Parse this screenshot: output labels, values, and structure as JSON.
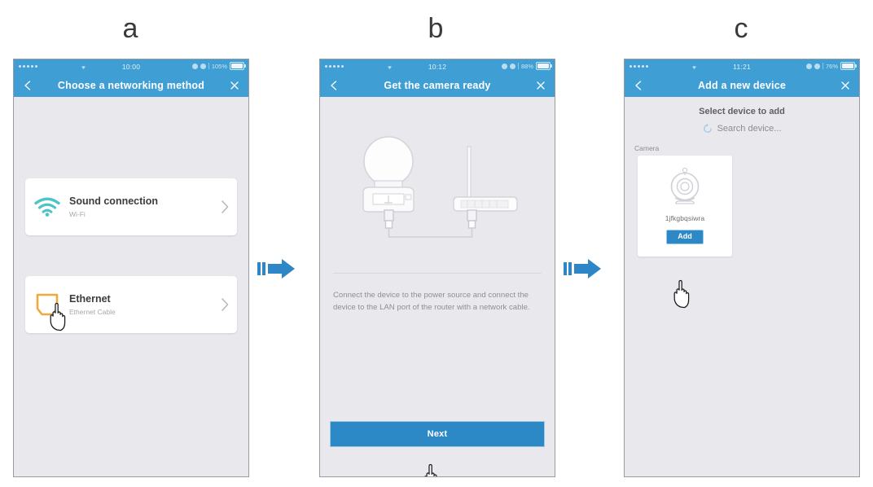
{
  "figure": {
    "panels": [
      {
        "key": "a",
        "label": "a"
      },
      {
        "key": "b",
        "label": "b"
      },
      {
        "key": "c",
        "label": "c"
      }
    ],
    "accent_blue": "#3f9fd4",
    "button_blue": "#2d88c6",
    "wifi_teal": "#4ec3c9",
    "ethernet_orange": "#f2a93b",
    "screen_bg": "#e9e9ed",
    "arrow_color": "#2f86c6"
  },
  "screen_a": {
    "status": {
      "time": "10:00",
      "battery_pct": "105%",
      "signal_icon": "signal-dots-icon",
      "wifi_icon": "wifi-icon",
      "battery_icon": "battery-icon"
    },
    "nav": {
      "title": "Choose a networking method",
      "back_icon": "chevron-left-icon",
      "close_icon": "close-icon"
    },
    "options": [
      {
        "title": "Sound connection",
        "subtitle": "Wi-Fi",
        "icon": "wifi-icon",
        "chevron": "chevron-right-icon"
      },
      {
        "title": "Ethernet",
        "subtitle": "Ethernet Cable",
        "icon": "ethernet-port-icon",
        "chevron": "chevron-right-icon"
      }
    ],
    "cursor_icon": "pointing-hand-cursor"
  },
  "screen_b": {
    "status": {
      "time": "10:12",
      "battery_pct": "88%",
      "signal_icon": "signal-dots-icon",
      "wifi_icon": "wifi-icon",
      "battery_icon": "battery-icon"
    },
    "nav": {
      "title": "Get the camera ready",
      "back_icon": "chevron-left-icon",
      "close_icon": "close-icon"
    },
    "diagram": {
      "camera_icon": "ip-camera-illustration",
      "router_icon": "wifi-router-illustration",
      "cable_icon": "ethernet-cable-illustration"
    },
    "instruction": "Connect the device to the power source and connect the device to the LAN port of the router with a network cable.",
    "next_label": "Next",
    "cursor_icon": "pointing-hand-cursor"
  },
  "screen_c": {
    "status": {
      "time": "11:21",
      "battery_pct": "76%",
      "signal_icon": "signal-dots-icon",
      "wifi_icon": "wifi-icon",
      "battery_icon": "battery-icon"
    },
    "nav": {
      "title": "Add a new device",
      "back_icon": "chevron-left-icon",
      "close_icon": "close-icon"
    },
    "heading": "Select device to add",
    "search_label": "Search device...",
    "search_icon": "refresh-spinner-icon",
    "group_label": "Camera",
    "device": {
      "name": "1jfkgbqsiwra",
      "icon": "camera-device-icon",
      "add_label": "Add"
    },
    "cursor_icon": "pointing-hand-cursor"
  }
}
